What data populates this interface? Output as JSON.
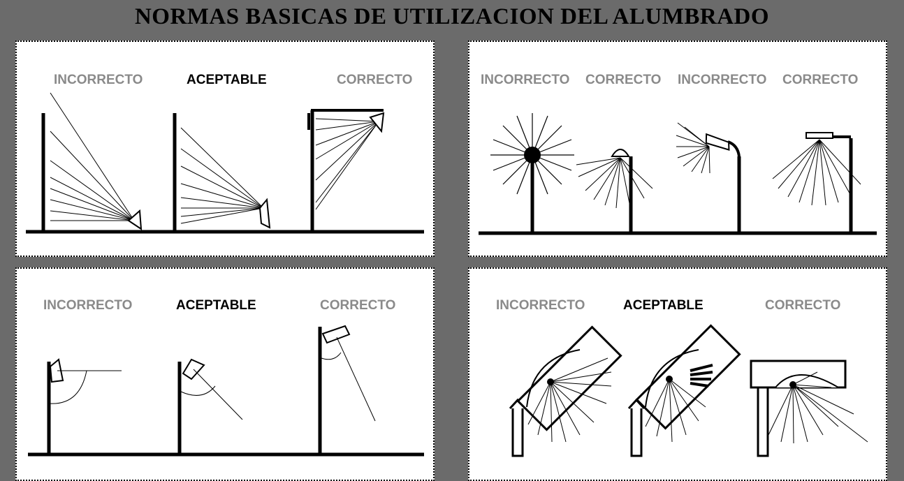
{
  "title": "NORMAS BASICAS DE UTILIZACION DEL ALUMBRADO",
  "panels": {
    "top_left": {
      "labels": [
        "INCORRECTO",
        "ACEPTABLE",
        "CORRECTO"
      ]
    },
    "top_right": {
      "labels": [
        "INCORRECTO",
        "CORRECTO",
        "INCORRECTO",
        "CORRECTO"
      ]
    },
    "bottom_left": {
      "labels": [
        "INCORRECTO",
        "ACEPTABLE",
        "CORRECTO"
      ]
    },
    "bottom_right": {
      "labels": [
        "INCORRECTO",
        "ACEPTABLE",
        "CORRECTO"
      ]
    }
  },
  "colors": {
    "background": "#6b6b6b",
    "panel": "#ffffff",
    "label_gray": "#8a8a8a",
    "ink": "#000000"
  }
}
